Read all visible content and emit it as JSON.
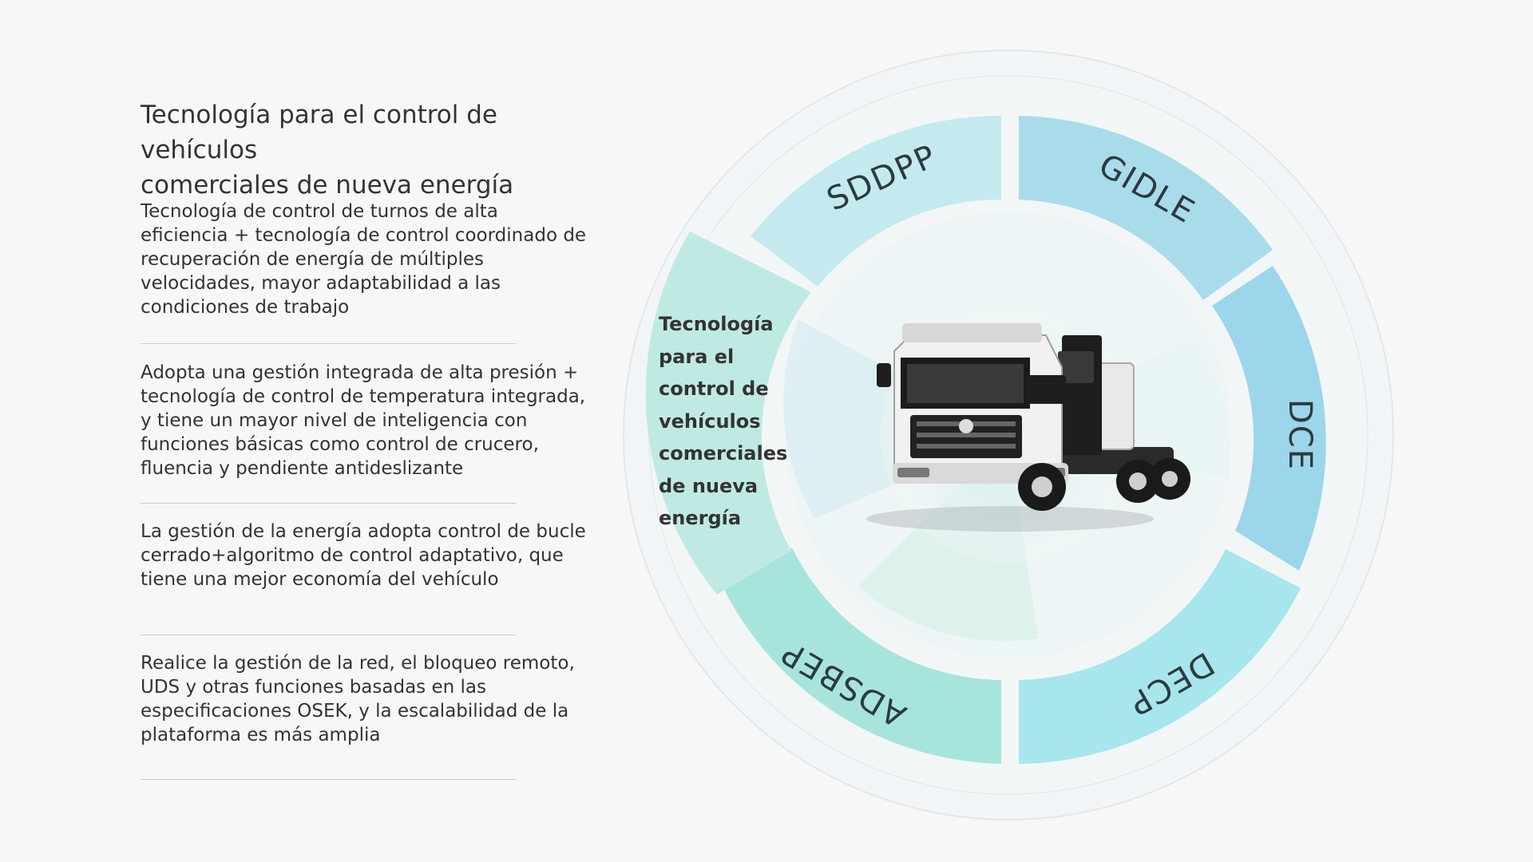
{
  "header": {
    "title_line1": "Tecnología para el control de vehículos",
    "title_line2": "comerciales de nueva energía"
  },
  "features": [
    {
      "text": "Tecnología de control de turnos de alta eficiencia + tecnología de control coordinado de recuperación de energía de múltiples velocidades, mayor adaptabilidad a las condiciones de trabajo"
    },
    {
      "text": "Adopta una gestión integrada de alta presión + tecnología de control de temperatura integrada, y tiene un mayor nivel de inteligencia con funciones básicas como control de crucero, fluencia y pendiente antideslizante"
    },
    {
      "text": "La gestión de la energía adopta control de bucle cerrado+algoritmo de control adaptativo, que tiene una mejor economía del vehículo"
    },
    {
      "text": "Realice la gestión de la red, el bloqueo remoto, UDS y otras funciones basadas en las especificaciones OSEK, y la escalabilidad de la plataforma es más amplia"
    }
  ],
  "diagram": {
    "segments": [
      {
        "label": "SDDPP",
        "color": "#c4eaf0"
      },
      {
        "label": "GIDLE",
        "color": "#a9dcea"
      },
      {
        "label": "DCE",
        "color": "#9cd6ea"
      },
      {
        "label": "DECP",
        "color": "#a6e6ec"
      },
      {
        "label": "ADSBEP",
        "color": "#a7e5dc"
      }
    ],
    "side_segment_color": "#bfeae3",
    "center_label_lines": [
      "Tecnología",
      "para el",
      "control de",
      "vehículos",
      "comerciales",
      "de nueva",
      "energía"
    ],
    "center_image": "electric-semi-truck"
  }
}
